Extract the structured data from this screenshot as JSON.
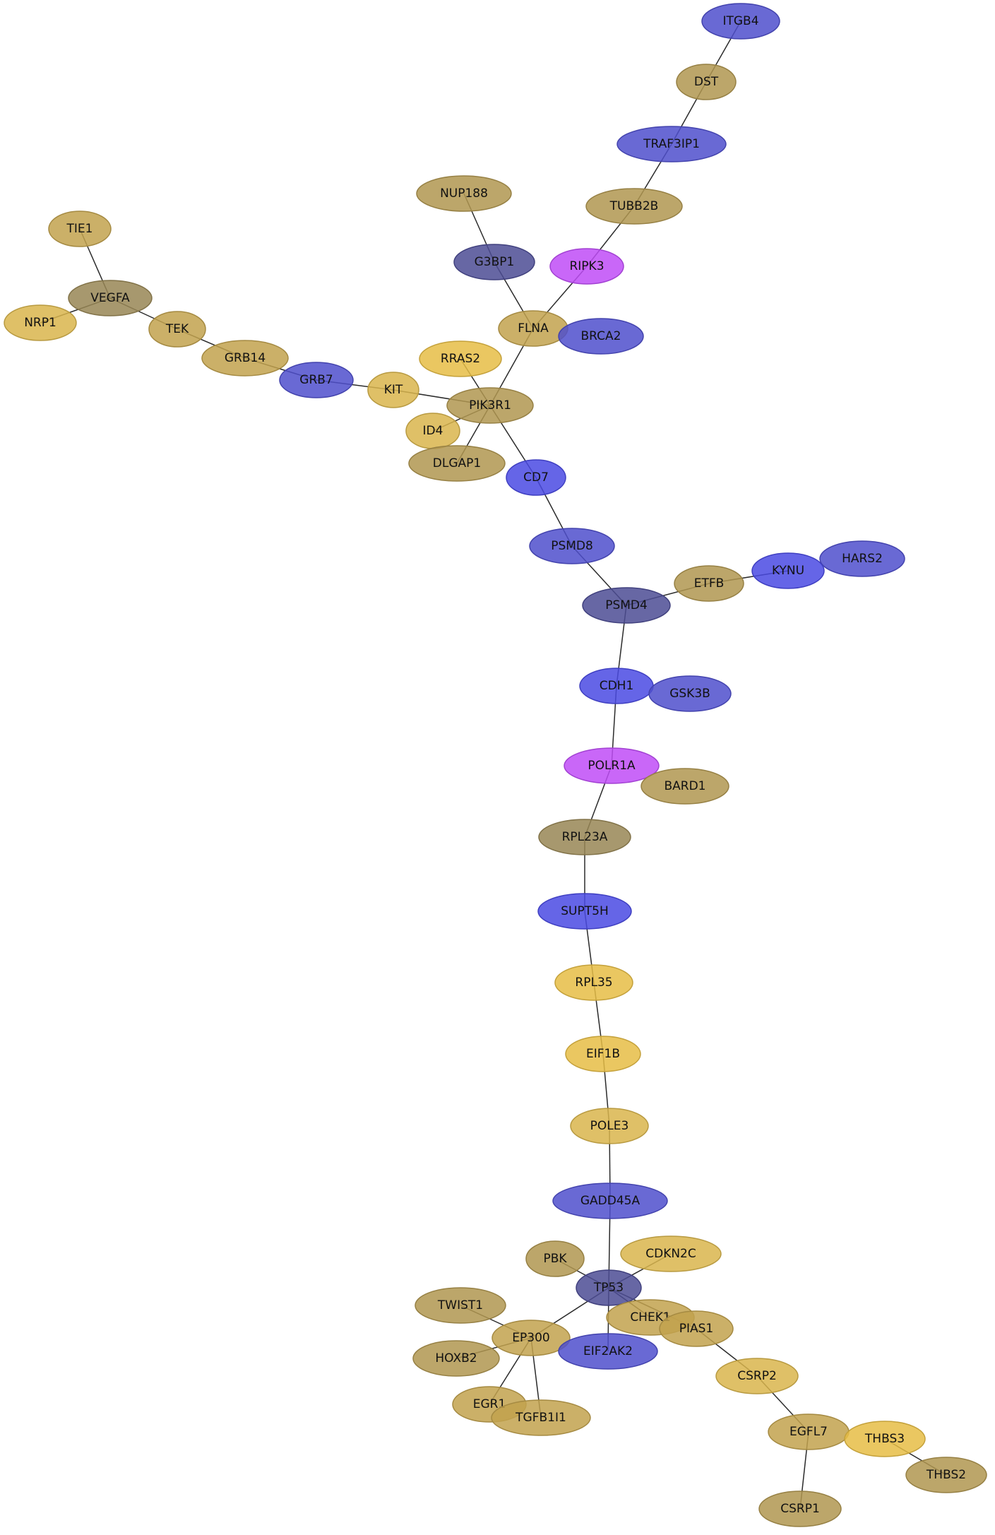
{
  "palette": {
    "gold": "#d9b54c",
    "lightgold": "#e6bd45",
    "tan": "#c2a24e",
    "darktan": "#b09650",
    "olive": "#988655",
    "blue": "#4f4fcc",
    "brightblue": "#4a4ae3",
    "slate": "#4c4c94",
    "purple": "#bf4cf7"
  },
  "nodes": [
    {
      "id": "ITGB4",
      "label": "ITGB4",
      "color": "blue"
    },
    {
      "id": "DST",
      "label": "DST",
      "color": "darktan"
    },
    {
      "id": "TRAF3IP1",
      "label": "TRAF3IP1",
      "color": "blue"
    },
    {
      "id": "TUBB2B",
      "label": "TUBB2B",
      "color": "darktan"
    },
    {
      "id": "NUP188",
      "label": "NUP188",
      "color": "darktan"
    },
    {
      "id": "G3BP1",
      "label": "G3BP1",
      "color": "slate"
    },
    {
      "id": "RIPK3",
      "label": "RIPK3",
      "color": "purple"
    },
    {
      "id": "TIE1",
      "label": "TIE1",
      "color": "tan"
    },
    {
      "id": "VEGFA",
      "label": "VEGFA",
      "color": "olive"
    },
    {
      "id": "NRP1",
      "label": "NRP1",
      "color": "gold"
    },
    {
      "id": "TEK",
      "label": "TEK",
      "color": "tan"
    },
    {
      "id": "FLNA",
      "label": "FLNA",
      "color": "tan"
    },
    {
      "id": "BRCA2",
      "label": "BRCA2",
      "color": "blue"
    },
    {
      "id": "GRB14",
      "label": "GRB14",
      "color": "tan"
    },
    {
      "id": "RRAS2",
      "label": "RRAS2",
      "color": "lightgold"
    },
    {
      "id": "GRB7",
      "label": "GRB7",
      "color": "blue"
    },
    {
      "id": "KIT",
      "label": "KIT",
      "color": "gold"
    },
    {
      "id": "PIK3R1",
      "label": "PIK3R1",
      "color": "darktan"
    },
    {
      "id": "ID4",
      "label": "ID4",
      "color": "gold"
    },
    {
      "id": "DLGAP1",
      "label": "DLGAP1",
      "color": "darktan"
    },
    {
      "id": "CD7",
      "label": "CD7",
      "color": "brightblue"
    },
    {
      "id": "PSMD8",
      "label": "PSMD8",
      "color": "blue"
    },
    {
      "id": "HARS2",
      "label": "HARS2",
      "color": "blue"
    },
    {
      "id": "KYNU",
      "label": "KYNU",
      "color": "brightblue"
    },
    {
      "id": "ETFB",
      "label": "ETFB",
      "color": "darktan"
    },
    {
      "id": "PSMD4",
      "label": "PSMD4",
      "color": "slate"
    },
    {
      "id": "CDH1",
      "label": "CDH1",
      "color": "brightblue"
    },
    {
      "id": "GSK3B",
      "label": "GSK3B",
      "color": "blue"
    },
    {
      "id": "POLR1A",
      "label": "POLR1A",
      "color": "purple"
    },
    {
      "id": "BARD1",
      "label": "BARD1",
      "color": "darktan"
    },
    {
      "id": "RPL23A",
      "label": "RPL23A",
      "color": "olive"
    },
    {
      "id": "SUPT5H",
      "label": "SUPT5H",
      "color": "brightblue"
    },
    {
      "id": "RPL35",
      "label": "RPL35",
      "color": "lightgold"
    },
    {
      "id": "EIF1B",
      "label": "EIF1B",
      "color": "lightgold"
    },
    {
      "id": "POLE3",
      "label": "POLE3",
      "color": "gold"
    },
    {
      "id": "GADD45A",
      "label": "GADD45A",
      "color": "blue"
    },
    {
      "id": "PBK",
      "label": "PBK",
      "color": "darktan"
    },
    {
      "id": "CDKN2C",
      "label": "CDKN2C",
      "color": "gold"
    },
    {
      "id": "TP53",
      "label": "TP53",
      "color": "slate"
    },
    {
      "id": "TWIST1",
      "label": "TWIST1",
      "color": "darktan"
    },
    {
      "id": "CHEK1",
      "label": "CHEK1",
      "color": "tan"
    },
    {
      "id": "PIAS1",
      "label": "PIAS1",
      "color": "tan"
    },
    {
      "id": "EP300",
      "label": "EP300",
      "color": "tan"
    },
    {
      "id": "EIF2AK2",
      "label": "EIF2AK2",
      "color": "blue"
    },
    {
      "id": "HOXB2",
      "label": "HOXB2",
      "color": "darktan"
    },
    {
      "id": "CSRP2",
      "label": "CSRP2",
      "color": "gold"
    },
    {
      "id": "EGR1",
      "label": "EGR1",
      "color": "tan"
    },
    {
      "id": "TGFB1I1",
      "label": "TGFB1I1",
      "color": "tan"
    },
    {
      "id": "EGFL7",
      "label": "EGFL7",
      "color": "tan"
    },
    {
      "id": "THBS3",
      "label": "THBS3",
      "color": "lightgold"
    },
    {
      "id": "THBS2",
      "label": "THBS2",
      "color": "darktan"
    },
    {
      "id": "CSRP1",
      "label": "CSRP1",
      "color": "darktan"
    }
  ],
  "edges": [
    [
      "ITGB4",
      "DST"
    ],
    [
      "DST",
      "TRAF3IP1"
    ],
    [
      "TRAF3IP1",
      "TUBB2B"
    ],
    [
      "TUBB2B",
      "RIPK3"
    ],
    [
      "RIPK3",
      "FLNA"
    ],
    [
      "NUP188",
      "G3BP1"
    ],
    [
      "G3BP1",
      "FLNA"
    ],
    [
      "FLNA",
      "PIK3R1"
    ],
    [
      "TIE1",
      "VEGFA"
    ],
    [
      "VEGFA",
      "NRP1"
    ],
    [
      "VEGFA",
      "TEK"
    ],
    [
      "TEK",
      "GRB14"
    ],
    [
      "GRB14",
      "GRB7"
    ],
    [
      "GRB7",
      "KIT"
    ],
    [
      "KIT",
      "PIK3R1"
    ],
    [
      "RRAS2",
      "PIK3R1"
    ],
    [
      "PIK3R1",
      "ID4"
    ],
    [
      "PIK3R1",
      "DLGAP1"
    ],
    [
      "PIK3R1",
      "CD7"
    ],
    [
      "CD7",
      "PSMD8"
    ],
    [
      "PSMD8",
      "PSMD4"
    ],
    [
      "PSMD4",
      "ETFB"
    ],
    [
      "ETFB",
      "KYNU"
    ],
    [
      "PSMD4",
      "CDH1"
    ],
    [
      "CDH1",
      "POLR1A"
    ],
    [
      "POLR1A",
      "RPL23A"
    ],
    [
      "RPL23A",
      "SUPT5H"
    ],
    [
      "SUPT5H",
      "RPL35"
    ],
    [
      "RPL35",
      "EIF1B"
    ],
    [
      "EIF1B",
      "POLE3"
    ],
    [
      "POLE3",
      "GADD45A"
    ],
    [
      "GADD45A",
      "TP53"
    ],
    [
      "PBK",
      "TP53"
    ],
    [
      "CDKN2C",
      "TP53"
    ],
    [
      "TP53",
      "EP300"
    ],
    [
      "TP53",
      "EIF2AK2"
    ],
    [
      "TP53",
      "CHEK1"
    ],
    [
      "TP53",
      "PIAS1"
    ],
    [
      "TWIST1",
      "EP300"
    ],
    [
      "HOXB2",
      "EP300"
    ],
    [
      "EP300",
      "EGR1"
    ],
    [
      "EP300",
      "TGFB1I1"
    ],
    [
      "PIAS1",
      "CSRP2"
    ],
    [
      "CSRP2",
      "EGFL7"
    ],
    [
      "EGFL7",
      "CSRP1"
    ],
    [
      "THBS3",
      "THBS2"
    ]
  ]
}
